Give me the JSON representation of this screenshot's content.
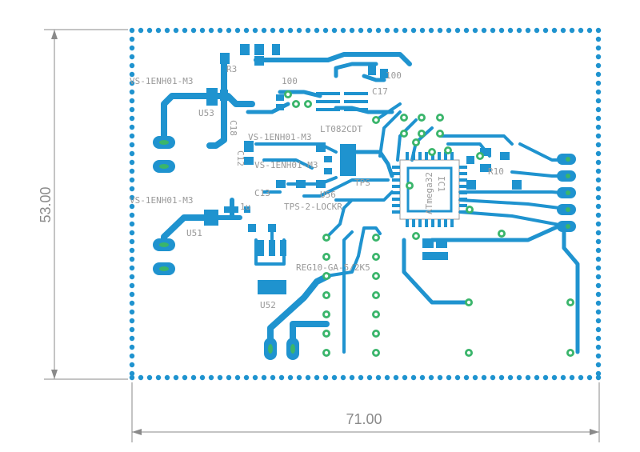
{
  "dimensions": {
    "width_label": "71.00",
    "height_label": "53.00"
  },
  "colors": {
    "copper": "#1f93cf",
    "via": "#3ab56b",
    "silk": "#9a9a9a",
    "dimension": "#8a8a8a"
  },
  "labels": {
    "vs1": "VS-1ENH01-M3",
    "vs2": "VS-1ENH01-M3",
    "vs3": "VS-1ENH01-M3",
    "vs4": "VS-1ENH01-M3",
    "u53": "U53",
    "u51": "U51",
    "u52": "U52",
    "u56": "U56",
    "ic1": "IC1",
    "lt": "LT082CDT",
    "tps": "TPS",
    "tps_lock": "TPS-2-LOCKR",
    "reg": "REG10-GA-5/2K5",
    "cap100a": "100",
    "cap100b": "100",
    "cap1u": "1u",
    "c17": "C17",
    "c18": "C18",
    "c12": "C12",
    "c13": "C13",
    "r3": "R3",
    "r10": "R10",
    "atmega": "ATmega32"
  }
}
